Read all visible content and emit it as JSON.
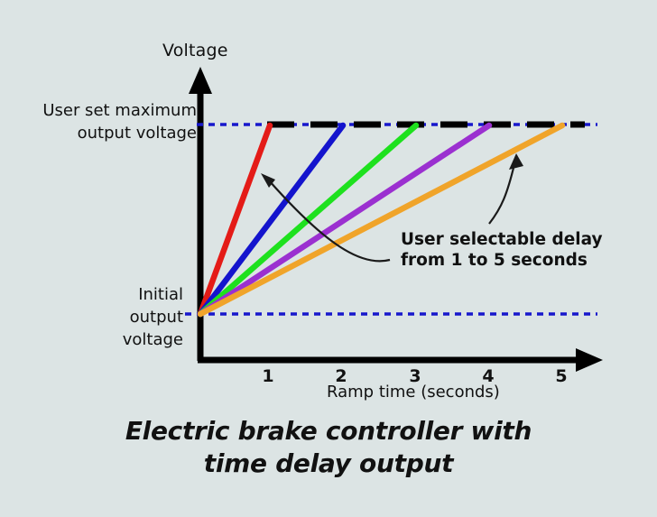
{
  "chart_data": {
    "type": "line",
    "title": "Electric brake controller with time delay output",
    "title_line1": "Electric brake controller with",
    "title_line2": "time delay output",
    "xlabel": "Ramp time (seconds)",
    "ylabel": "Voltage",
    "xlim": [
      0,
      5.5
    ],
    "ylim": [
      0,
      1.25
    ],
    "xticks": [
      "1",
      "2",
      "3",
      "4",
      "5"
    ],
    "xtick_values": [
      1,
      2,
      3,
      4,
      5
    ],
    "grid": false,
    "legend": "none",
    "y_reference_lines": [
      {
        "name": "user-set-maximum-output-voltage",
        "label_line1": "User set maximum",
        "label_line2": "output voltage",
        "value": 1.0,
        "style": "dashed",
        "color": "#1818cc"
      },
      {
        "name": "initial-output-voltage",
        "label_line1": "Initial",
        "label_line2": "output",
        "label_line3": "voltage",
        "value": 0.0,
        "style": "dashed",
        "color": "#1818cc"
      }
    ],
    "series": [
      {
        "name": "1 second ramp",
        "color": "#e41b17",
        "x": [
          0,
          1
        ],
        "y": [
          0,
          1
        ],
        "delay_seconds": 1
      },
      {
        "name": "2 second ramp",
        "color": "#1414cd",
        "x": [
          0,
          2
        ],
        "y": [
          0,
          1
        ],
        "delay_seconds": 2
      },
      {
        "name": "3 second ramp",
        "color": "#1ee11e",
        "x": [
          0,
          3
        ],
        "y": [
          0,
          1
        ],
        "delay_seconds": 3
      },
      {
        "name": "4 second ramp",
        "color": "#9b30d0",
        "x": [
          0,
          4
        ],
        "y": [
          0,
          1
        ],
        "delay_seconds": 4
      },
      {
        "name": "5 second ramp",
        "color": "#f0a42a",
        "x": [
          0,
          5
        ],
        "y": [
          0,
          1
        ],
        "delay_seconds": 5
      }
    ],
    "plateau_line": {
      "name": "max-voltage-plateau",
      "color": "#000000",
      "style": "dashed",
      "value": 1.0
    },
    "annotations": [
      {
        "name": "user-selectable-delay",
        "line1": "User selectable delay",
        "line2": "from 1 to 5 seconds",
        "text": "User selectable delay from 1 to 5 seconds"
      }
    ],
    "axis_color": "#000000",
    "background_color": "#dce4e4"
  }
}
